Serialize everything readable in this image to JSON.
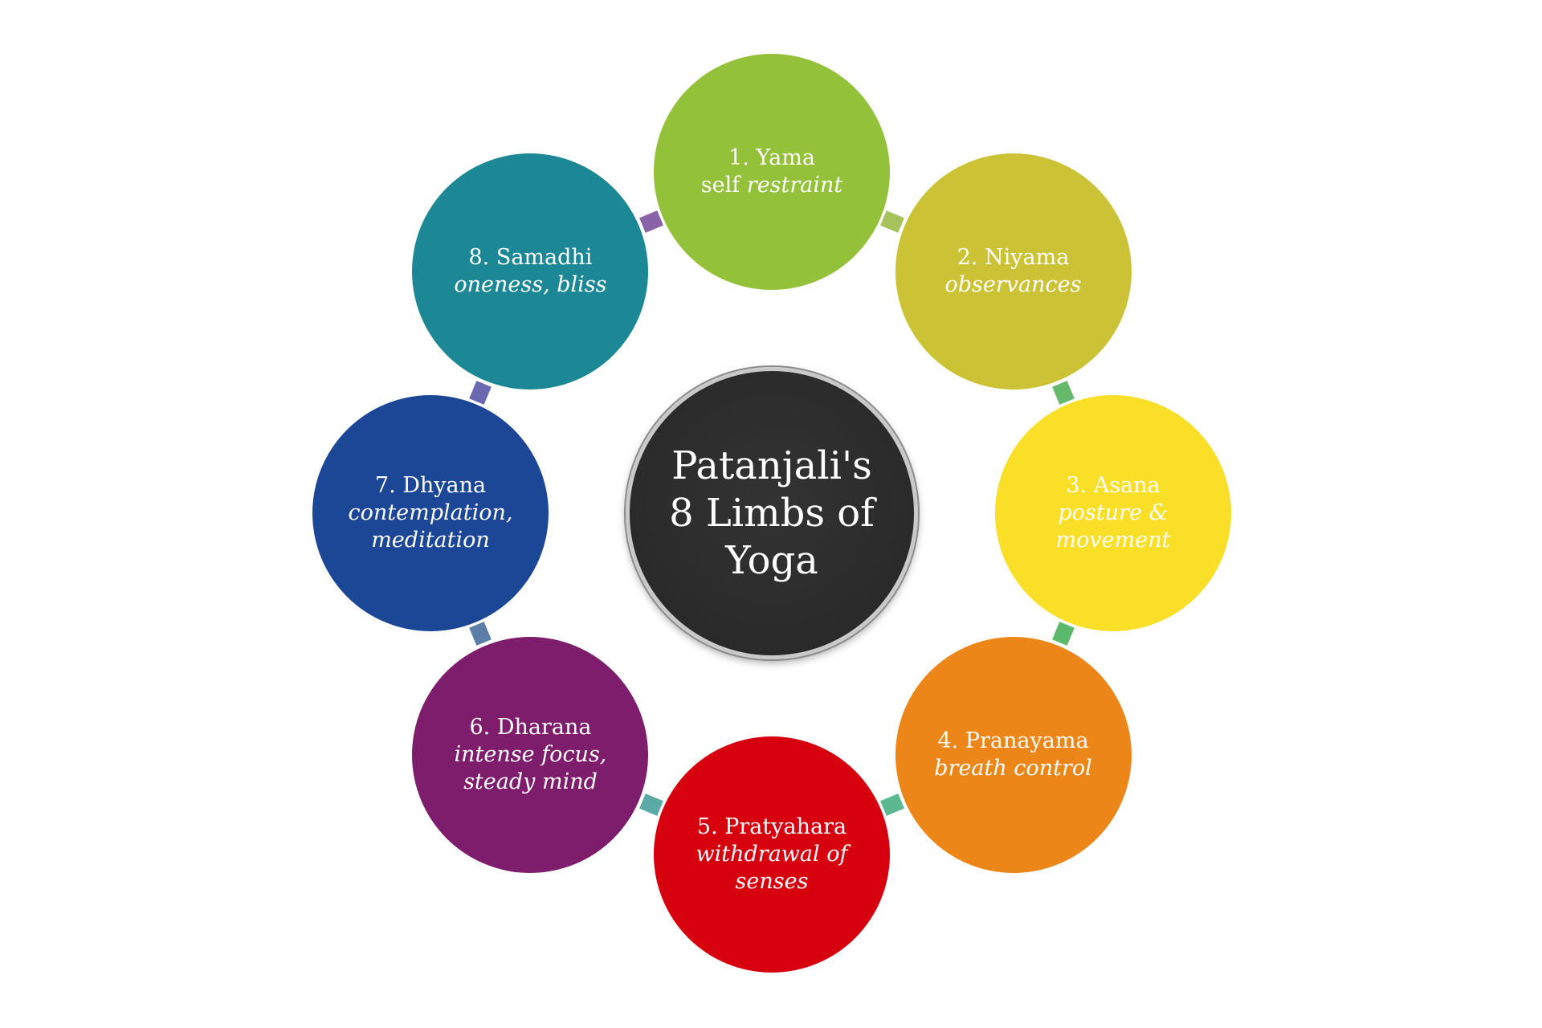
{
  "title": "Patanjali's\n8 Limbs of\nYoga",
  "limbs": [
    {
      "title": "1. Yama",
      "subtitle_plain": "self ",
      "subtitle": "restraint",
      "color": "#93c13a"
    },
    {
      "title": "2. Niyama",
      "subtitle_plain": "",
      "subtitle": "observances",
      "color": "#cbc236"
    },
    {
      "title": "3. Asana",
      "subtitle_plain": "",
      "subtitle": "posture & movement",
      "color": "#f9df28"
    },
    {
      "title": "4. Pranayama",
      "subtitle_plain": "",
      "subtitle": "breath control",
      "color": "#ec8619"
    },
    {
      "title": "5. Pratyahara",
      "subtitle_plain": "",
      "subtitle": "withdrawal of senses",
      "color": "#d6000f"
    },
    {
      "title": "6. Dharana",
      "subtitle_plain": "",
      "subtitle": "intense focus, steady mind",
      "color": "#7d1d6c"
    },
    {
      "title": "7. Dhyana",
      "subtitle_plain": "",
      "subtitle": "contemplation, meditation",
      "color": "#1c4696"
    },
    {
      "title": "8. Samadhi",
      "subtitle_plain": "",
      "subtitle": "oneness, bliss",
      "color": "#1c8896"
    }
  ],
  "connector_colors": [
    "#a6c25a",
    "#66b86a",
    "#5cb86a",
    "#5cb890",
    "#5aaaa8",
    "#5a7ea8",
    "#6a68b0",
    "#8a62a8"
  ]
}
